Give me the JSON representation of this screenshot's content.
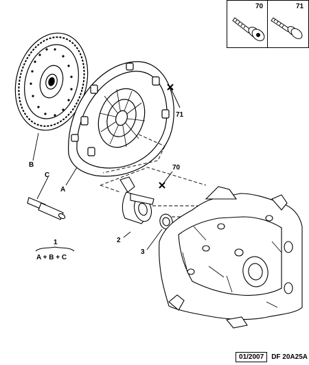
{
  "parts": {
    "bolt_70": "70",
    "bolt_71": "71",
    "callout_71": "71",
    "callout_70": "70",
    "disc": "B",
    "cover": "A",
    "tool": "C",
    "bearing": "2",
    "seal": "3"
  },
  "kit": {
    "number": "1",
    "formula": "A + B + C"
  },
  "footer": {
    "date": "01/2007",
    "ref": "DF 20A25A"
  }
}
